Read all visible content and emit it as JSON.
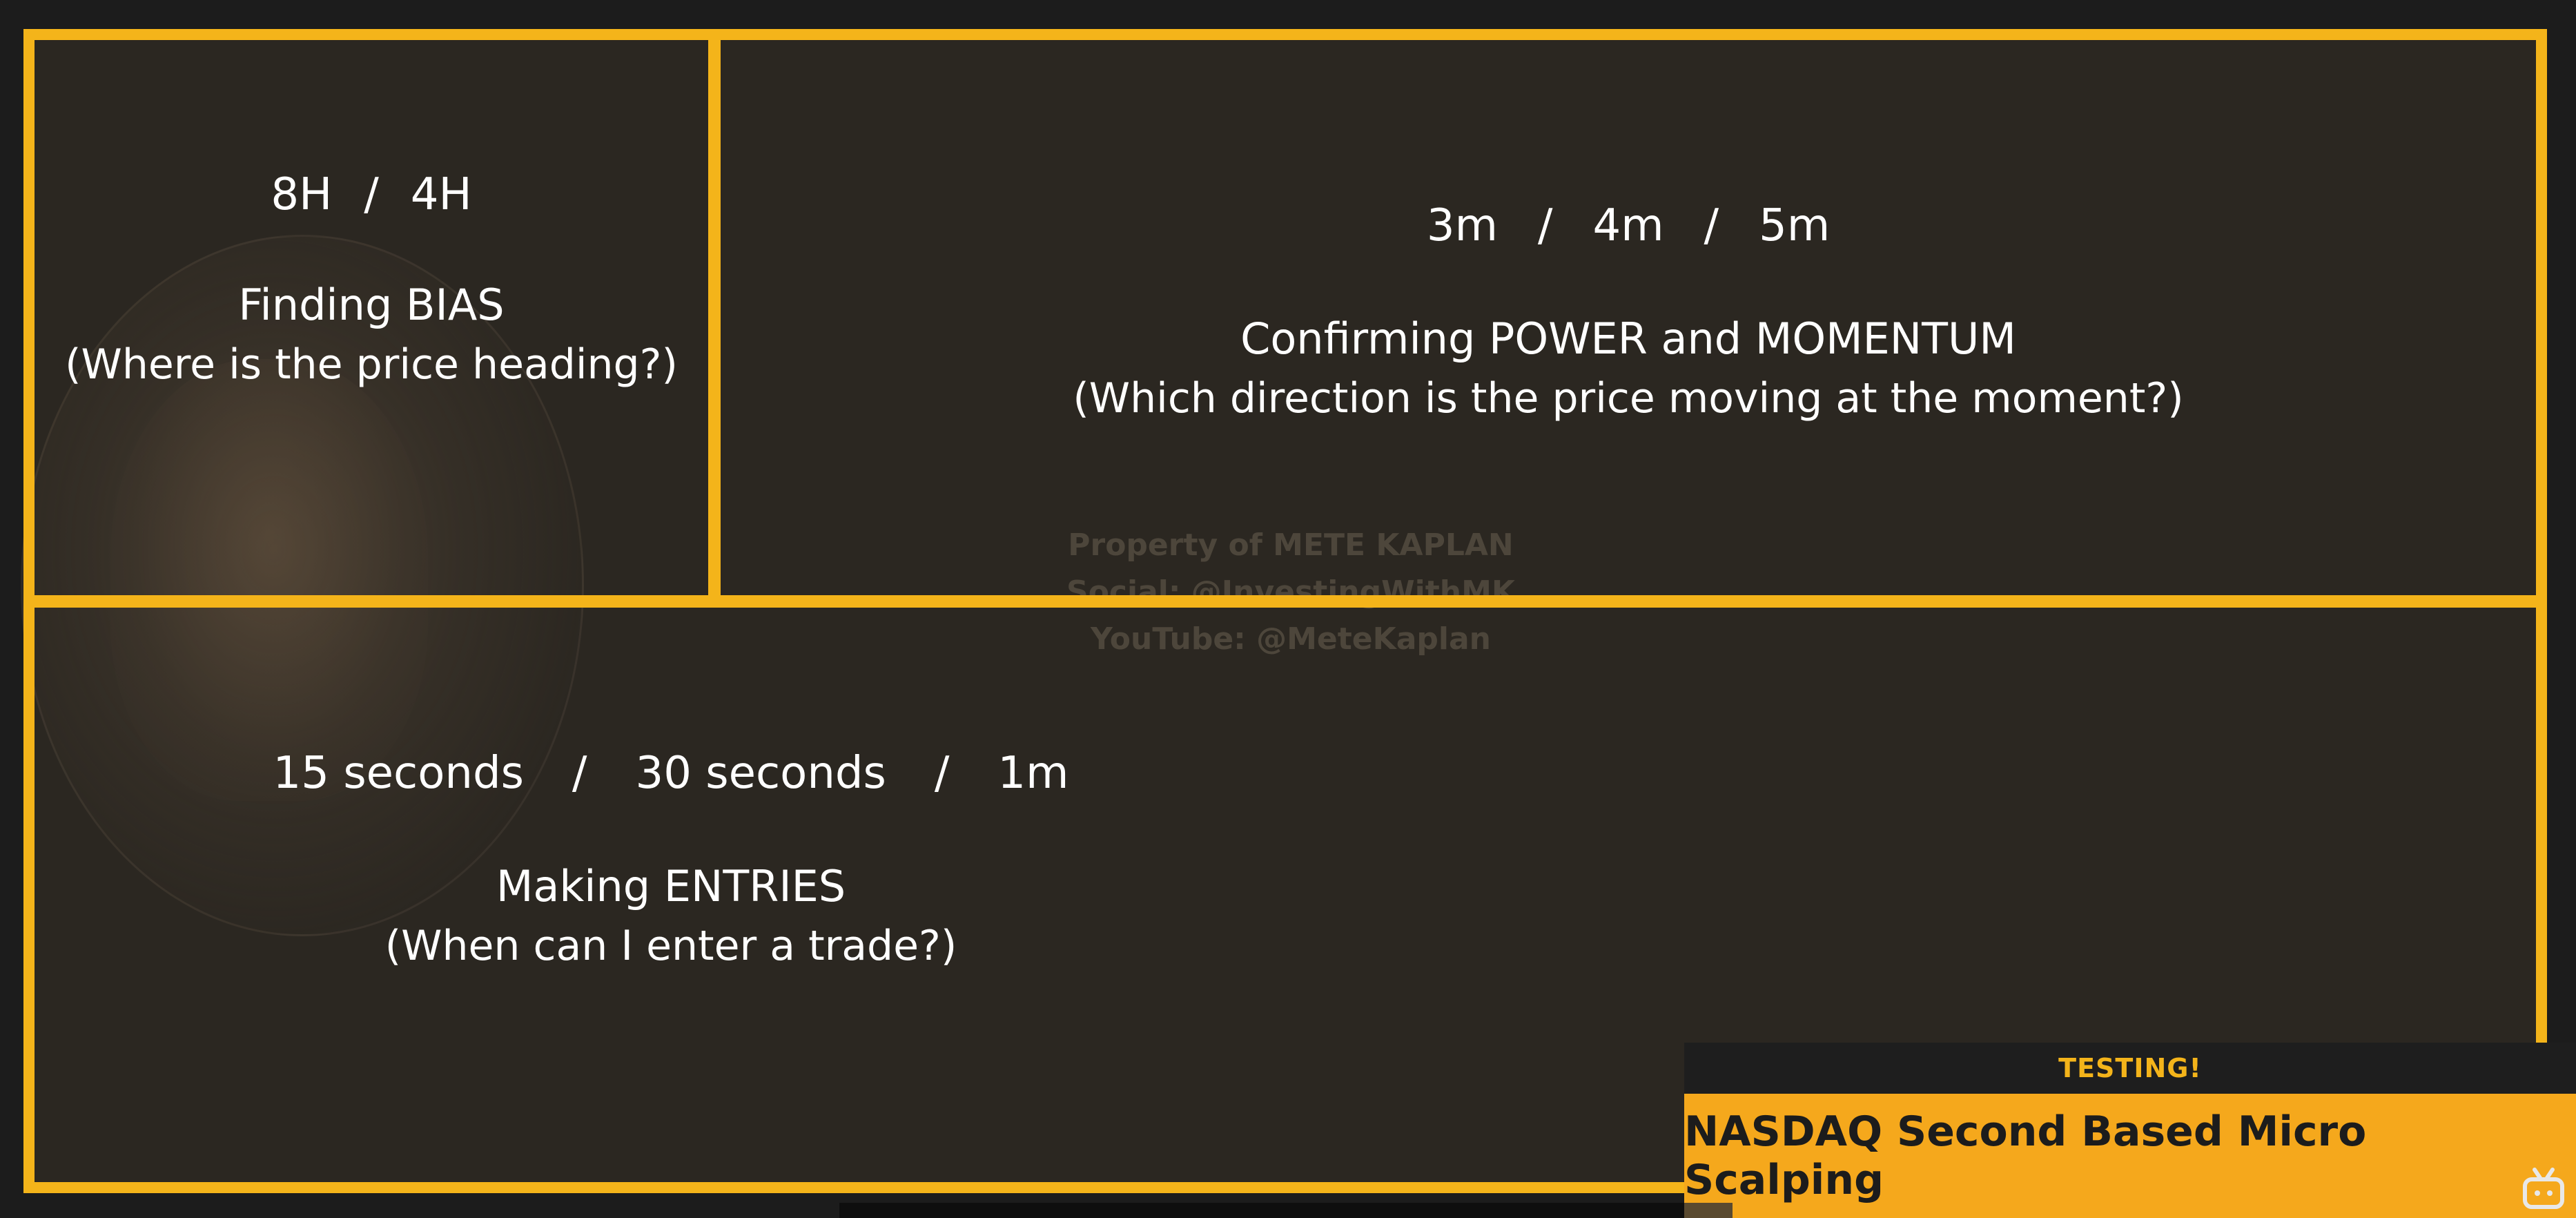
{
  "top_left": {
    "timeframes": [
      "8H",
      "4H"
    ],
    "separator": "/",
    "heading": "Finding BIAS",
    "subheading": "(Where is the price heading?)"
  },
  "top_right": {
    "timeframes": [
      "3m",
      "4m",
      "5m"
    ],
    "separator": "/",
    "heading": "Confirming POWER and MOMENTUM",
    "subheading": "(Which direction is the price moving at the moment?)"
  },
  "bottom": {
    "timeframes": [
      "15 seconds",
      "30 seconds",
      "1m"
    ],
    "separator": "/",
    "heading": "Making ENTRIES",
    "subheading": "(When can I enter a trade?)"
  },
  "watermark": {
    "line1": "Property of METE KAPLAN",
    "line2": "Social: @InvestingWithMK",
    "line3": "YouTube: @MeteKaplan"
  },
  "lower_third": {
    "tag": "TESTING!",
    "title": "NASDAQ Second Based Micro Scalping"
  },
  "colors": {
    "frame": "#f4b41a",
    "panel": "#2b2721",
    "background": "#1c1c1c",
    "title_bar": "#f5a81c"
  },
  "icons": [
    "bilibili-tv-icon"
  ]
}
